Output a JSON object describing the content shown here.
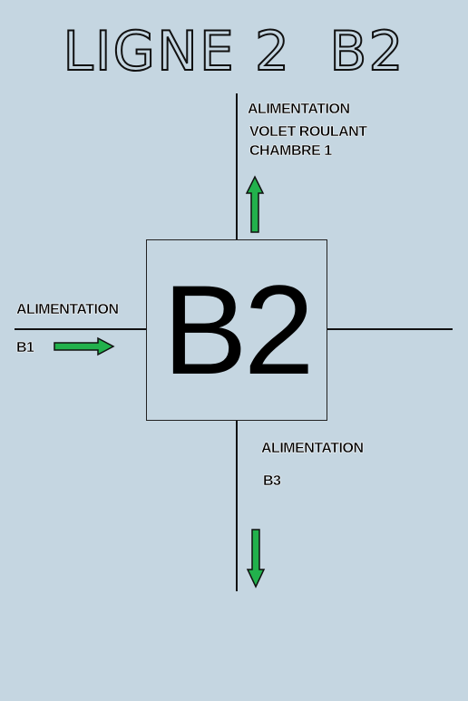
{
  "title": "LIGNE 2  B2",
  "box": {
    "label": "B2"
  },
  "labels": {
    "top": [
      "ALIMENTATION",
      "VOLET ROULANT",
      "CHAMBRE 1"
    ],
    "left_name": "ALIMENTATION",
    "left_code": "B1",
    "bottom_name": "ALIMENTATION",
    "bottom_code": "B3"
  },
  "colors": {
    "background": "#c5d6e1",
    "arrow": "#22b14c",
    "line": "#111111"
  },
  "arrows": [
    {
      "name": "up-arrow-icon",
      "direction": "up"
    },
    {
      "name": "right-arrow-icon",
      "direction": "right"
    },
    {
      "name": "down-arrow-icon",
      "direction": "down"
    }
  ]
}
